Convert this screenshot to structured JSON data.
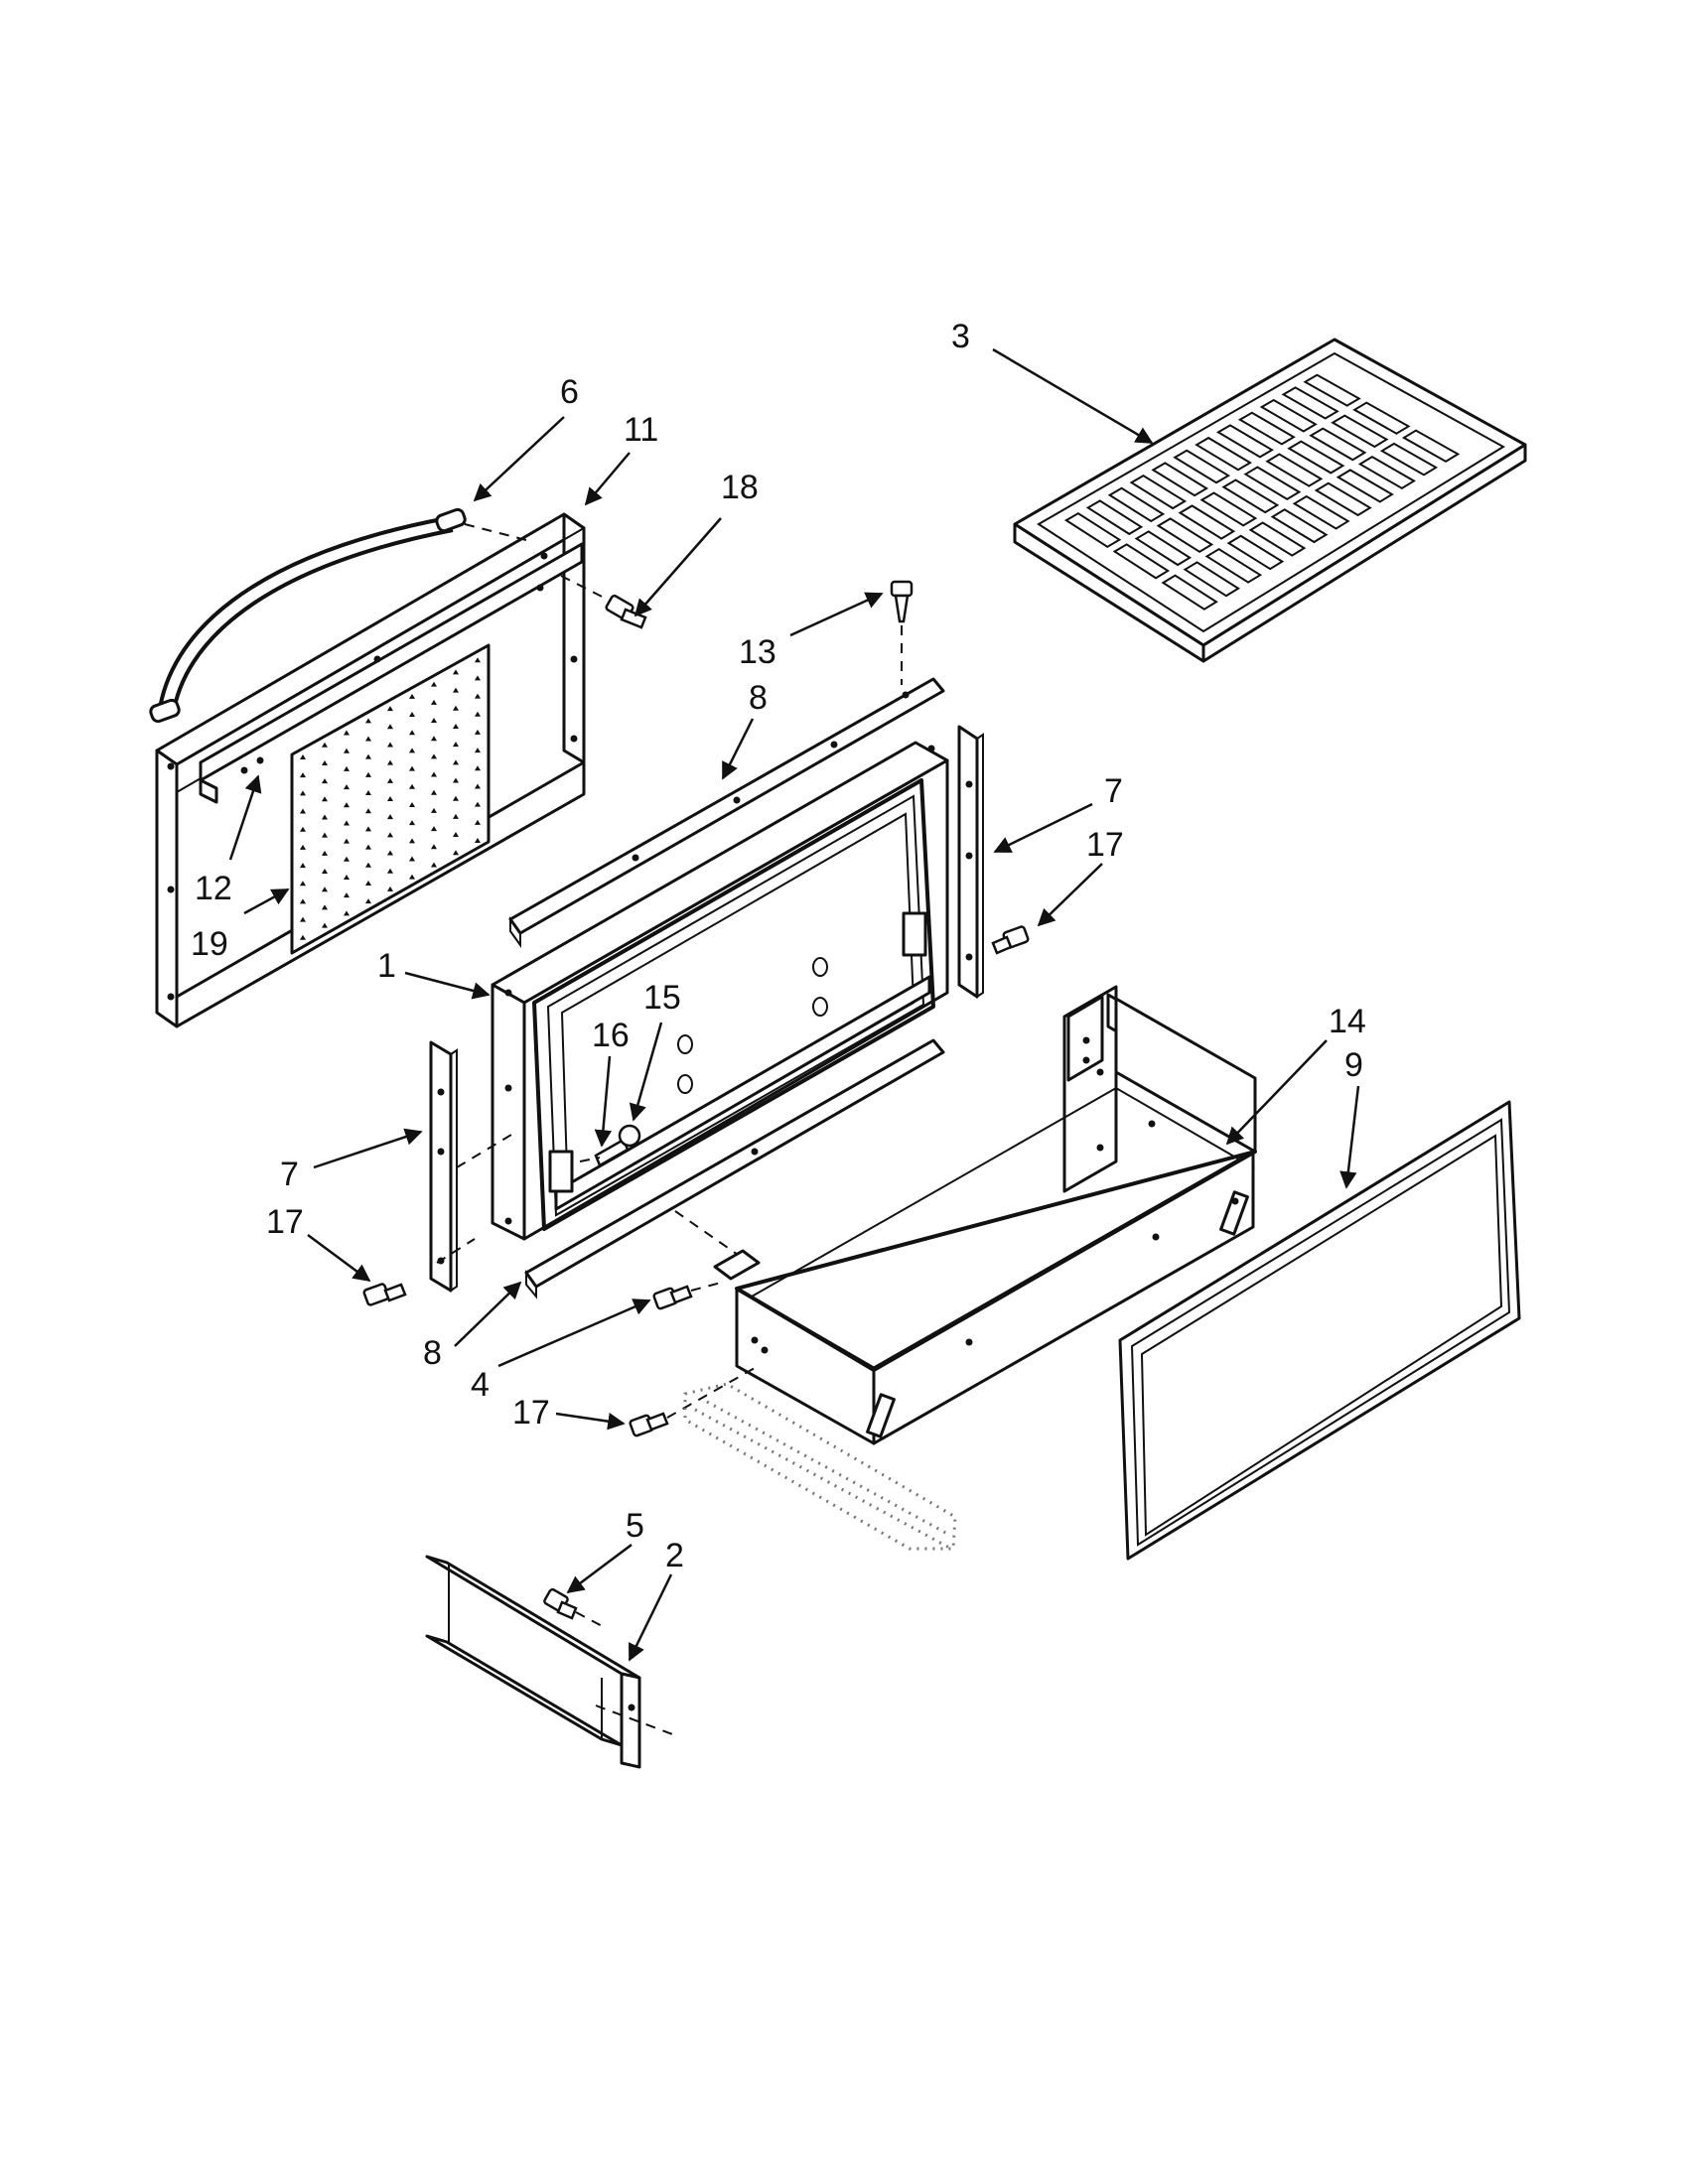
{
  "callouts": [
    {
      "id": "c-3",
      "text": "3"
    },
    {
      "id": "c-6",
      "text": "6"
    },
    {
      "id": "c-11",
      "text": "11"
    },
    {
      "id": "c-18",
      "text": "18"
    },
    {
      "id": "c-13",
      "text": "13"
    },
    {
      "id": "c-8a",
      "text": "8"
    },
    {
      "id": "c-7a",
      "text": "7"
    },
    {
      "id": "c-17a",
      "text": "17"
    },
    {
      "id": "c-12",
      "text": "12"
    },
    {
      "id": "c-19",
      "text": "19"
    },
    {
      "id": "c-1",
      "text": "1"
    },
    {
      "id": "c-15",
      "text": "15"
    },
    {
      "id": "c-16",
      "text": "16"
    },
    {
      "id": "c-14",
      "text": "14"
    },
    {
      "id": "c-9",
      "text": "9"
    },
    {
      "id": "c-7b",
      "text": "7"
    },
    {
      "id": "c-17b",
      "text": "17"
    },
    {
      "id": "c-8b",
      "text": "8"
    },
    {
      "id": "c-4",
      "text": "4"
    },
    {
      "id": "c-17c",
      "text": "17"
    },
    {
      "id": "c-5",
      "text": "5"
    },
    {
      "id": "c-2",
      "text": "2"
    }
  ]
}
